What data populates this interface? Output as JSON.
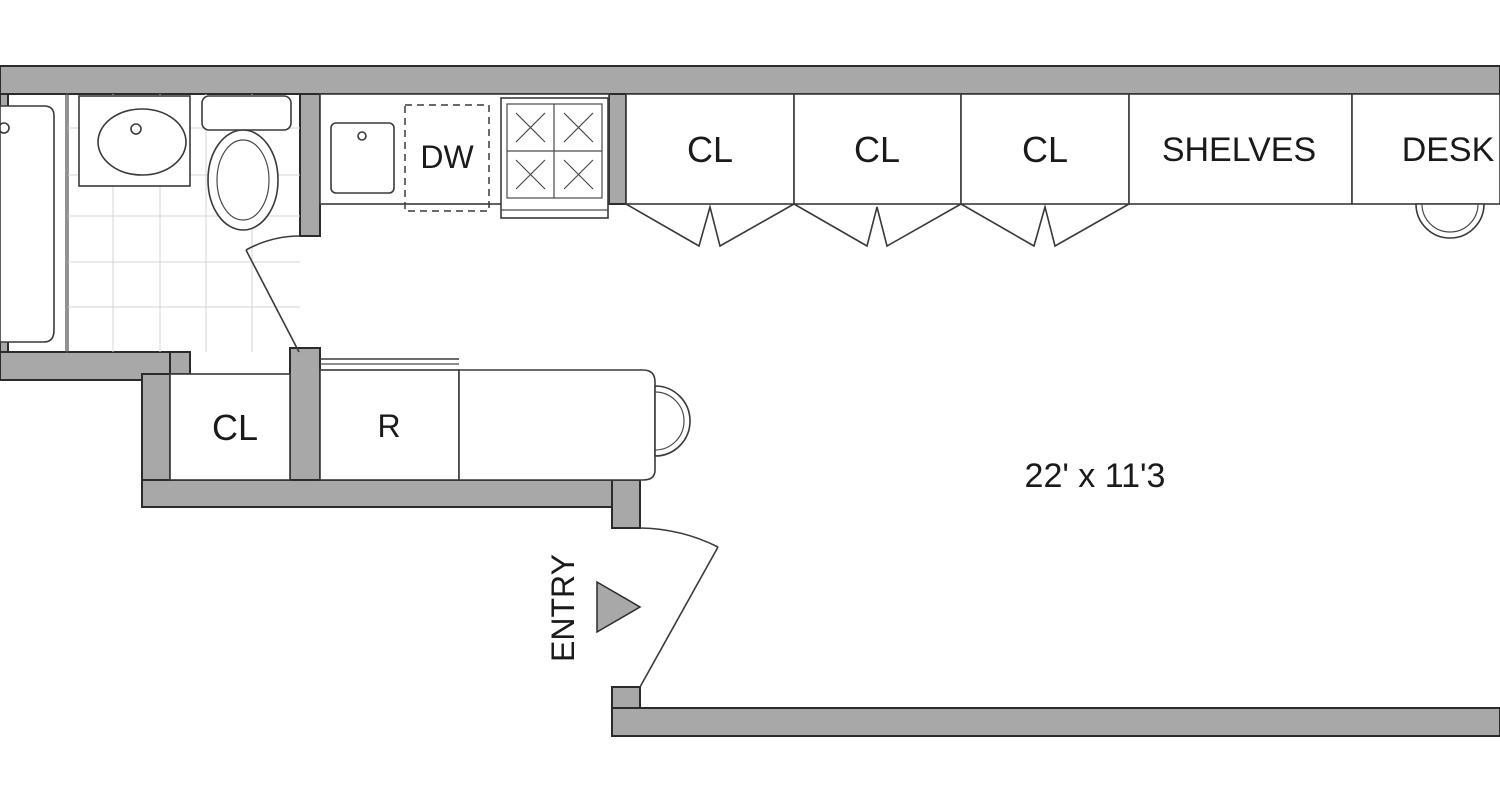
{
  "plan": {
    "labels": {
      "closet_bath": "CL",
      "refrigerator": "R",
      "dishwasher": "DW",
      "closet_1": "CL",
      "closet_2": "CL",
      "closet_3": "CL",
      "shelves": "SHELVES",
      "desk": "DESK",
      "room_dimensions": "22' x 11'3",
      "entry": "ENTRY"
    },
    "colors": {
      "wall_fill": "#a8a8a8",
      "line": "#3a3a3a",
      "background": "#ffffff"
    }
  }
}
